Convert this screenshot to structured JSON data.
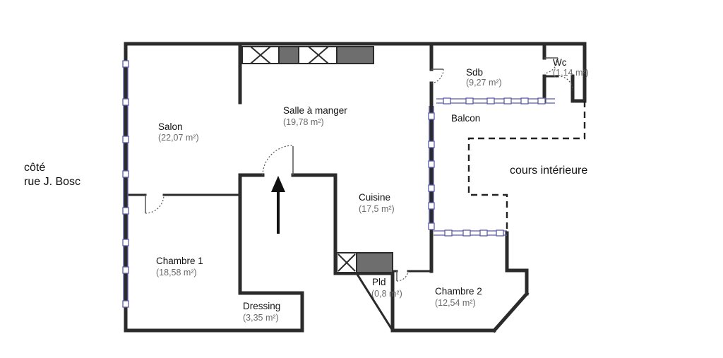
{
  "rooms": {
    "salon": {
      "name": "Salon",
      "area": "(22,07 m²)"
    },
    "salle_a_manger": {
      "name": "Salle à manger",
      "area": "(19,78 m²)"
    },
    "sdb": {
      "name": "Sdb",
      "area": "(9,27 m²)"
    },
    "wc": {
      "name": "Wc",
      "area": "(1,14 m²)"
    },
    "balcon": {
      "name": "Balcon"
    },
    "cuisine": {
      "name": "Cuisine",
      "area": "(17,5 m²)"
    },
    "chambre1": {
      "name": "Chambre 1",
      "area": "(18,58 m²)"
    },
    "dressing": {
      "name": "Dressing",
      "area": "(3,35 m²)"
    },
    "pld": {
      "name": "Pld",
      "area": "(0,8 m²)"
    },
    "chambre2": {
      "name": "Chambre 2",
      "area": "(12,54 m²)"
    }
  },
  "labels": {
    "street_line1": "côté",
    "street_line2": "rue J. Bosc",
    "courtyard": "cours intérieure"
  },
  "colors": {
    "wall": "#2b2b2b",
    "window": "#5a5aa8",
    "area_text": "#6a6a6a",
    "dark_unit": "#6e6e6e"
  }
}
